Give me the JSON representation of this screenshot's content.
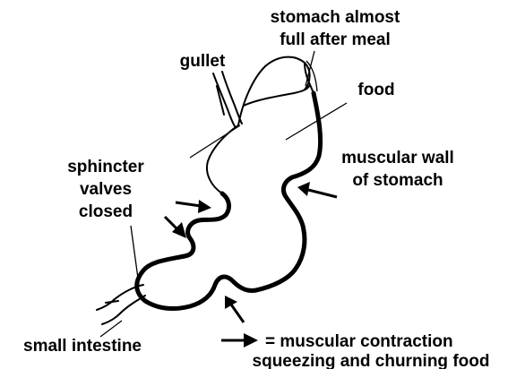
{
  "labels": {
    "stomach_full_1": "stomach almost",
    "stomach_full_2": "full after meal",
    "gullet": "gullet",
    "food": "food",
    "muscular_wall_1": "muscular wall",
    "muscular_wall_2": "of stomach",
    "sphincter_1": "sphincter",
    "sphincter_2": "valves",
    "sphincter_3": "closed",
    "small_intestine": "small intestine"
  },
  "legend": {
    "line_1": "= muscular contraction",
    "line_2": "squeezing and churning food"
  },
  "icons": {
    "arrow": "filled-arrow-icon"
  }
}
